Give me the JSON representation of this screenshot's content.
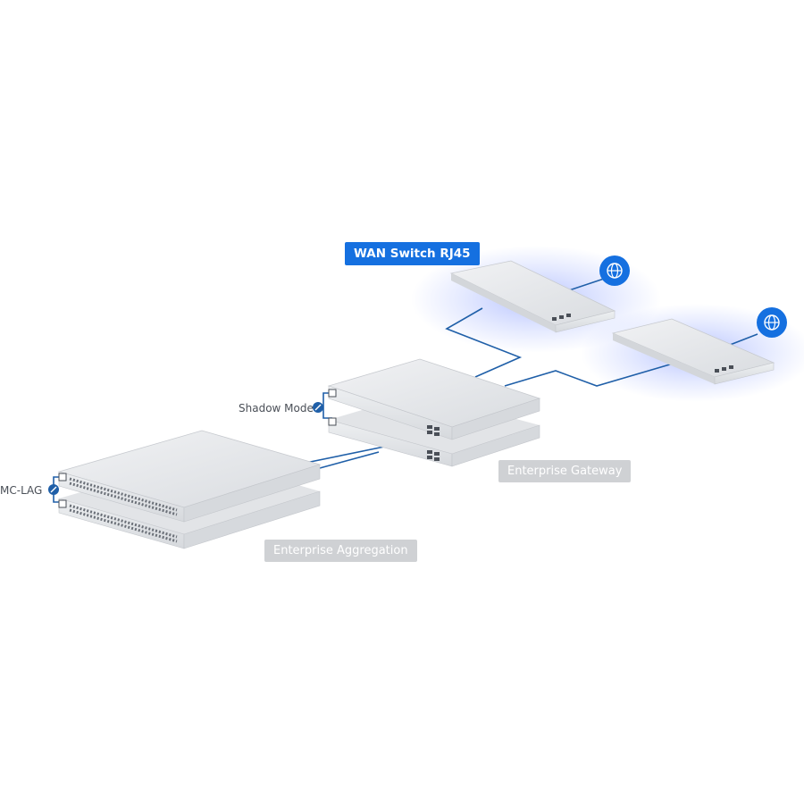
{
  "labels": {
    "wan_switch": "WAN Switch RJ45",
    "shadow_mode": "Shadow Mode",
    "mc_lag": "MC-LAG",
    "enterprise_gateway": "Enterprise Gateway",
    "enterprise_aggregation": "Enterprise Aggregation"
  },
  "colors": {
    "accent_blue": "#1570e0",
    "link_line": "#1f5fa8",
    "device_silver": "#e6e8eb",
    "label_gray": "#cfd1d4",
    "glow": "#6f8cff"
  },
  "icons": {
    "internet": "globe-icon",
    "link_badge": "link-icon"
  }
}
